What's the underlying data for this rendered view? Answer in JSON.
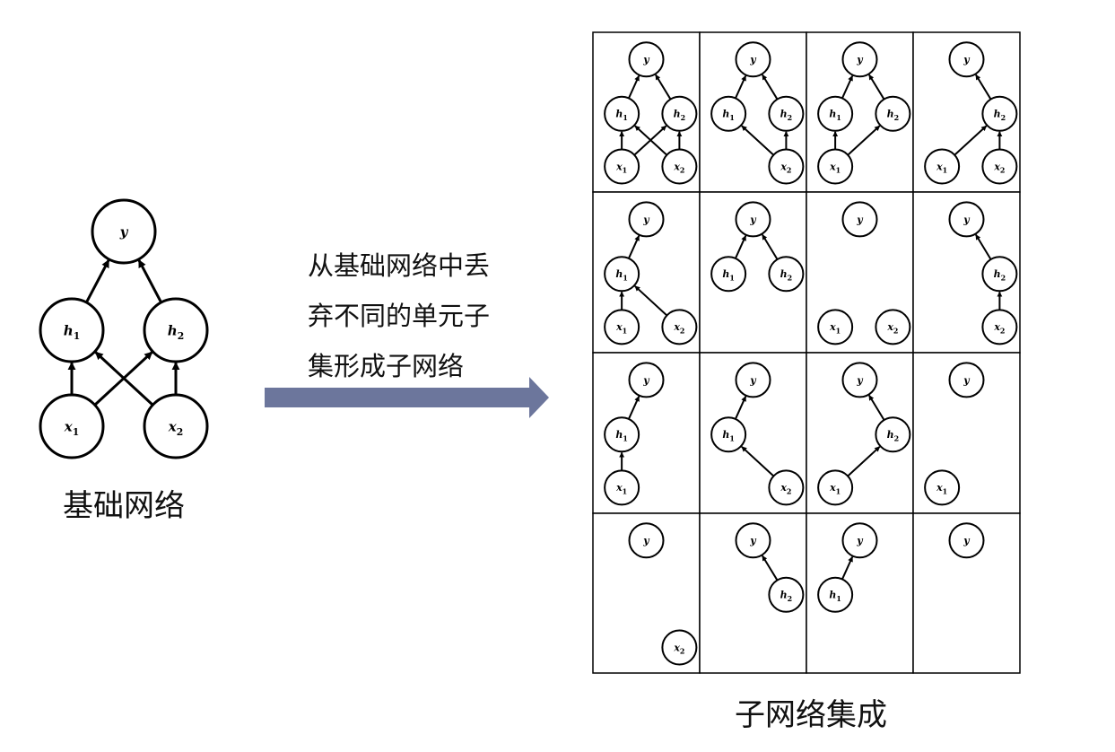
{
  "captions": {
    "base_network": "基础网络",
    "arrow_lines": [
      "从基础网络中丢",
      "弃不同的单元子",
      "集形成子网络"
    ],
    "ensemble": "子网络集成"
  },
  "colors": {
    "arrow": "#6c769c",
    "node_stroke": "#000000",
    "background": "#ffffff"
  },
  "nodes": {
    "y": {
      "base": "y",
      "sub": ""
    },
    "h1": {
      "base": "h",
      "sub": "1"
    },
    "h2": {
      "base": "h",
      "sub": "2"
    },
    "x1": {
      "base": "x",
      "sub": "1"
    },
    "x2": {
      "base": "x",
      "sub": "2"
    }
  },
  "base_network": {
    "nodes": [
      "y",
      "h1",
      "h2",
      "x1",
      "x2"
    ],
    "edges": [
      [
        "h1",
        "y"
      ],
      [
        "h2",
        "y"
      ],
      [
        "x1",
        "h1"
      ],
      [
        "x1",
        "h2"
      ],
      [
        "x2",
        "h1"
      ],
      [
        "x2",
        "h2"
      ]
    ]
  },
  "subnetworks": [
    {
      "nodes": [
        "y",
        "h1",
        "h2",
        "x1",
        "x2"
      ],
      "edges": [
        [
          "h1",
          "y"
        ],
        [
          "h2",
          "y"
        ],
        [
          "x1",
          "h1"
        ],
        [
          "x1",
          "h2"
        ],
        [
          "x2",
          "h1"
        ],
        [
          "x2",
          "h2"
        ]
      ]
    },
    {
      "nodes": [
        "y",
        "h1",
        "h2",
        "x2"
      ],
      "edges": [
        [
          "h1",
          "y"
        ],
        [
          "h2",
          "y"
        ],
        [
          "x2",
          "h1"
        ],
        [
          "x2",
          "h2"
        ]
      ]
    },
    {
      "nodes": [
        "y",
        "h1",
        "h2",
        "x1"
      ],
      "edges": [
        [
          "h1",
          "y"
        ],
        [
          "h2",
          "y"
        ],
        [
          "x1",
          "h1"
        ],
        [
          "x1",
          "h2"
        ]
      ]
    },
    {
      "nodes": [
        "y",
        "h2",
        "x1",
        "x2"
      ],
      "edges": [
        [
          "h2",
          "y"
        ],
        [
          "x1",
          "h2"
        ],
        [
          "x2",
          "h2"
        ]
      ]
    },
    {
      "nodes": [
        "y",
        "h1",
        "x1",
        "x2"
      ],
      "edges": [
        [
          "h1",
          "y"
        ],
        [
          "x1",
          "h1"
        ],
        [
          "x2",
          "h1"
        ]
      ]
    },
    {
      "nodes": [
        "y",
        "h1",
        "h2"
      ],
      "edges": [
        [
          "h1",
          "y"
        ],
        [
          "h2",
          "y"
        ]
      ]
    },
    {
      "nodes": [
        "y",
        "x1",
        "x2"
      ],
      "edges": []
    },
    {
      "nodes": [
        "y",
        "h2",
        "x2"
      ],
      "edges": [
        [
          "h2",
          "y"
        ],
        [
          "x2",
          "h2"
        ]
      ]
    },
    {
      "nodes": [
        "y",
        "h1",
        "x1"
      ],
      "edges": [
        [
          "h1",
          "y"
        ],
        [
          "x1",
          "h1"
        ]
      ]
    },
    {
      "nodes": [
        "y",
        "h1",
        "x2"
      ],
      "edges": [
        [
          "h1",
          "y"
        ],
        [
          "x2",
          "h1"
        ]
      ]
    },
    {
      "nodes": [
        "y",
        "h2",
        "x1"
      ],
      "edges": [
        [
          "h2",
          "y"
        ],
        [
          "x1",
          "h2"
        ]
      ]
    },
    {
      "nodes": [
        "y",
        "x1"
      ],
      "edges": []
    },
    {
      "nodes": [
        "y",
        "x2"
      ],
      "edges": []
    },
    {
      "nodes": [
        "y",
        "h2"
      ],
      "edges": [
        [
          "h2",
          "y"
        ]
      ]
    },
    {
      "nodes": [
        "y",
        "h1"
      ],
      "edges": [
        [
          "h1",
          "y"
        ]
      ]
    },
    {
      "nodes": [
        "y"
      ],
      "edges": []
    }
  ]
}
